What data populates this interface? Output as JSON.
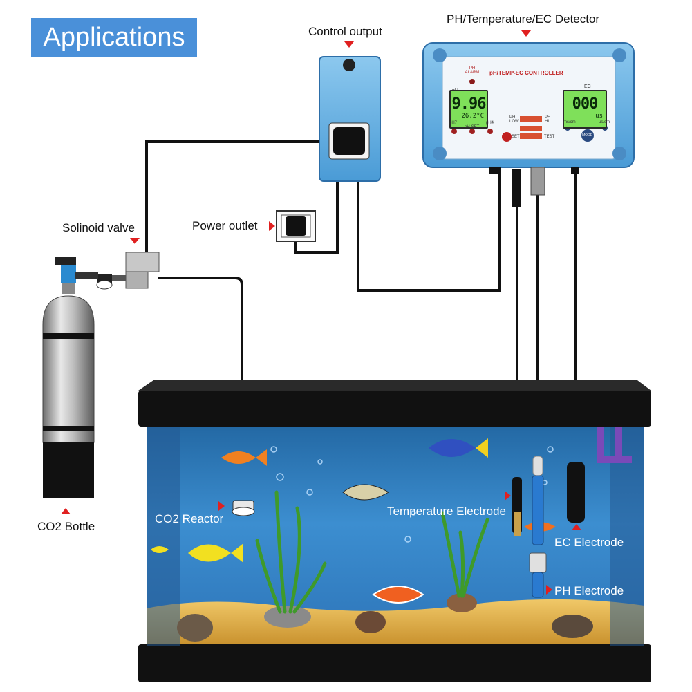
{
  "banner": {
    "text": "Applications"
  },
  "labels": {
    "control_output": "Control output",
    "detector": "PH/Temperature/EC Detector",
    "solenoid_valve": "Solinoid valve",
    "power_outlet": "Power outlet",
    "co2_bottle": "CO2 Bottle",
    "co2_reactor": "CO2 Reactor",
    "temperature_electrode": "Temperature Electrode",
    "ec_electrode": "EC Electrode",
    "ph_electrode": "PH Electrode"
  },
  "controller": {
    "title": "pH/TEMP-EC CONTROLLER",
    "ph_alarm": "PH ALARM",
    "ph_label": "pH",
    "ec_label": "EC",
    "ph_display": "9.96",
    "temp_display": "26.2°C",
    "ec_display": "000",
    "ec_unit": "us",
    "btn_ph7": "pH7",
    "btn_ph_set": "pH-SET",
    "btn_ph4": "pH4",
    "ph_low": "PH LOW",
    "ph_hi": "PH HI",
    "set": "SET",
    "test": "TEST",
    "ms_cm": "ms/cm",
    "us_cm": "us/cm",
    "mode": "MODE"
  },
  "colors": {
    "accent": "#4a90d9",
    "marker": "#e02020",
    "device_blue": "#5aaee0",
    "lcd_green": "#7fe05a",
    "water_blue": "#2f7fc0",
    "sand": "#e0b050"
  }
}
